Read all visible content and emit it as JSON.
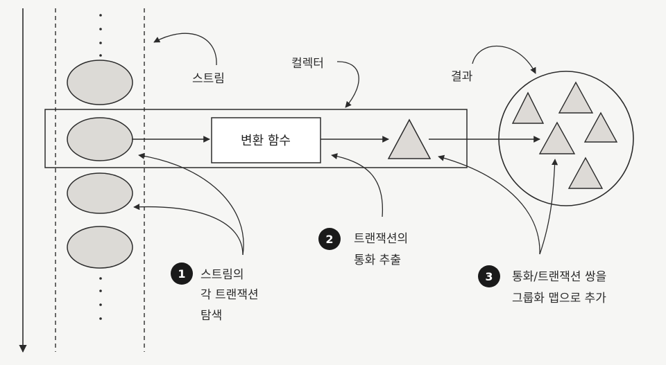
{
  "labels": {
    "stream": "스트림",
    "collector": "컬렉터",
    "result": "결과",
    "transform": "변환 함수"
  },
  "steps": [
    {
      "number": "1",
      "lines": [
        "스트림의",
        "각 트랜잭션",
        "탐색"
      ]
    },
    {
      "number": "2",
      "lines": [
        "트랜잭션의",
        "통화 추출"
      ]
    },
    {
      "number": "3",
      "lines": [
        "통화/트랜잭션 쌍을",
        "그룹화 맵으로 추가"
      ]
    }
  ],
  "colors": {
    "background": "#f6f6f4",
    "stroke": "#2b2b2b",
    "ellipse_fill": "#dcdad6",
    "triangle_fill": "#dddad6",
    "badge_fill": "#1a1a1a"
  }
}
